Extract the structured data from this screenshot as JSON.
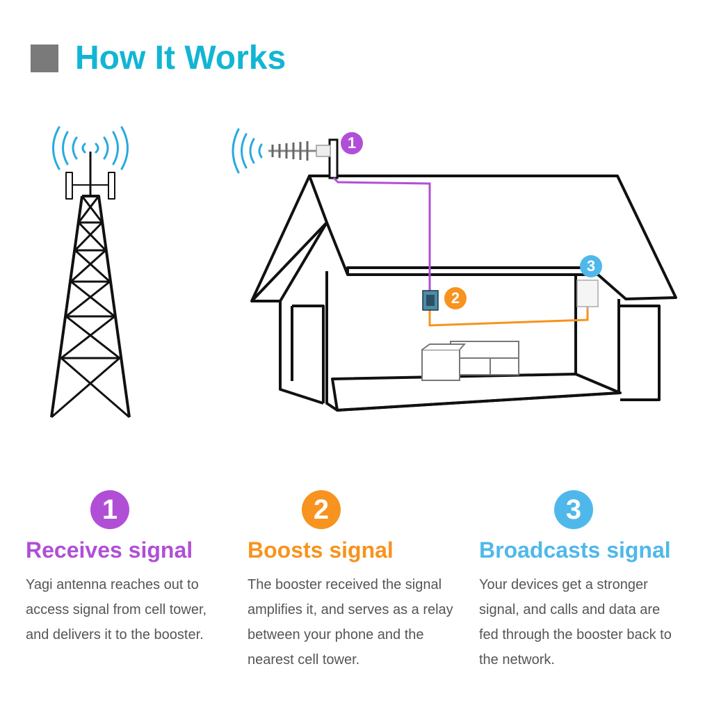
{
  "header": {
    "title": "How It Works"
  },
  "colors": {
    "title": "#12b5d4",
    "step1": "#b04fd6",
    "step2": "#f7931e",
    "step3": "#4fb8ea",
    "signal": "#29a9df",
    "text": "#555555"
  },
  "diagram": {
    "markers": [
      {
        "number": "1",
        "target": "yagi-antenna"
      },
      {
        "number": "2",
        "target": "booster"
      },
      {
        "number": "3",
        "target": "indoor-antenna"
      }
    ]
  },
  "steps": [
    {
      "number": "1",
      "title": "Receives signal",
      "description": "Yagi antenna reaches out to access signal from cell tower, and delivers it to the booster."
    },
    {
      "number": "2",
      "title": "Boosts signal",
      "description": "The booster received the signal amplifies it, and serves as a relay between your phone and the nearest cell tower."
    },
    {
      "number": "3",
      "title": "Broadcasts signal",
      "description": "Your devices get a stronger signal, and calls and data are fed through the booster back to the network."
    }
  ]
}
